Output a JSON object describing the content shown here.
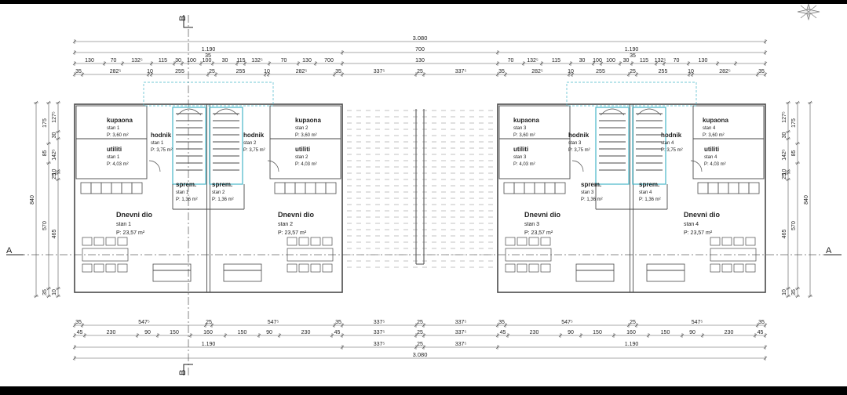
{
  "colors": {
    "wall": "#4a4a4a",
    "stair": "#46b6c8",
    "ink": "#222222",
    "hatch": "#9a9a9a",
    "background": "#ffffff",
    "frame": "#000000"
  },
  "icons": {
    "north_arrow": "compass-rose-icon"
  },
  "section_marks": {
    "a_left": "A",
    "a_right": "A",
    "b_top": "B",
    "b_bottom": "B"
  },
  "dims_top": {
    "total": "3.080",
    "row2": [
      "1.190",
      "700",
      "1.190"
    ],
    "row2_sub": "35",
    "row3": [
      "130",
      "70",
      "132⁵",
      "115",
      "30",
      "100",
      "100",
      "30",
      "115",
      "132⁵",
      "70",
      "130",
      "700",
      "130",
      "70",
      "132⁵",
      "115",
      "30",
      "100",
      "100",
      "30",
      "115",
      "132⁵",
      "70",
      "130"
    ],
    "row4": [
      "35",
      "282⁵",
      "10",
      "255",
      "25",
      "255",
      "10",
      "282⁵",
      "35",
      "337⁵",
      "25",
      "337⁵",
      "35",
      "282⁵",
      "10",
      "255",
      "25",
      "255",
      "10",
      "282⁵",
      "35"
    ]
  },
  "dims_bottom": {
    "row1": [
      "35",
      "547⁵",
      "25",
      "547⁵",
      "35",
      "337⁵",
      "25",
      "337⁵",
      "35",
      "547⁵",
      "25",
      "547⁵",
      "35"
    ],
    "row2": [
      "45",
      "230",
      "90",
      "150",
      "160",
      "150",
      "90",
      "230",
      "45",
      "337⁵",
      "25",
      "337⁵",
      "45",
      "230",
      "90",
      "150",
      "160",
      "150",
      "90",
      "230",
      "45"
    ],
    "row3": [
      "1.190",
      "337⁵",
      "25",
      "337⁵",
      "1.190"
    ],
    "total": "3.080"
  },
  "dims_left": {
    "outer": "840",
    "inner": [
      "175",
      "85",
      "570",
      "35"
    ],
    "innermost": [
      "127⁵",
      "30",
      "142⁵",
      "10",
      "25",
      "465",
      "10"
    ]
  },
  "dims_right": {
    "outer": "840",
    "inner": [
      "175",
      "85",
      "570",
      "35"
    ],
    "innermost": [
      "127⁵",
      "30",
      "142⁵",
      "10",
      "25",
      "465",
      "10"
    ]
  },
  "rooms": [
    {
      "name": "kupaona",
      "stan": "stan 1",
      "area": "P: 3,60 m²"
    },
    {
      "name": "hodnik",
      "stan": "stan 1",
      "area": "P: 3,75 m²"
    },
    {
      "name": "utiliti",
      "stan": "stan 1",
      "area": "P: 4,03 m²"
    },
    {
      "name": "sprem.",
      "stan": "stan 1",
      "area": "P: 1,36 m²"
    },
    {
      "name": "Dnevni dio",
      "stan": "stan 1",
      "area": "P: 23,57 m²"
    },
    {
      "name": "kupaona",
      "stan": "stan 2",
      "area": "P: 3,60 m²"
    },
    {
      "name": "hodnik",
      "stan": "stan 2",
      "area": "P: 3,75 m²"
    },
    {
      "name": "utiliti",
      "stan": "stan 2",
      "area": "P: 4,03 m²"
    },
    {
      "name": "sprem.",
      "stan": "stan 2",
      "area": "P: 1,36 m²"
    },
    {
      "name": "Dnevni dio",
      "stan": "stan 2",
      "area": "P: 23,57 m²"
    },
    {
      "name": "kupaona",
      "stan": "stan 3",
      "area": "P: 3,60 m²"
    },
    {
      "name": "hodnik",
      "stan": "stan 3",
      "area": "P: 3,75 m²"
    },
    {
      "name": "utiliti",
      "stan": "stan 3",
      "area": "P: 4,03 m²"
    },
    {
      "name": "sprem.",
      "stan": "stan 3",
      "area": "P: 1,36 m²"
    },
    {
      "name": "Dnevni dio",
      "stan": "stan 3",
      "area": "P: 23,57 m²"
    },
    {
      "name": "kupaona",
      "stan": "stan 4",
      "area": "P: 3,60 m²"
    },
    {
      "name": "hodnik",
      "stan": "stan 4",
      "area": "P: 3,75 m²"
    },
    {
      "name": "utiliti",
      "stan": "stan 4",
      "area": "P: 4,03 m²"
    },
    {
      "name": "sprem.",
      "stan": "stan 4",
      "area": "P: 1,36 m²"
    },
    {
      "name": "Dnevni dio",
      "stan": "stan 4",
      "area": "P: 23,57 m²"
    }
  ]
}
